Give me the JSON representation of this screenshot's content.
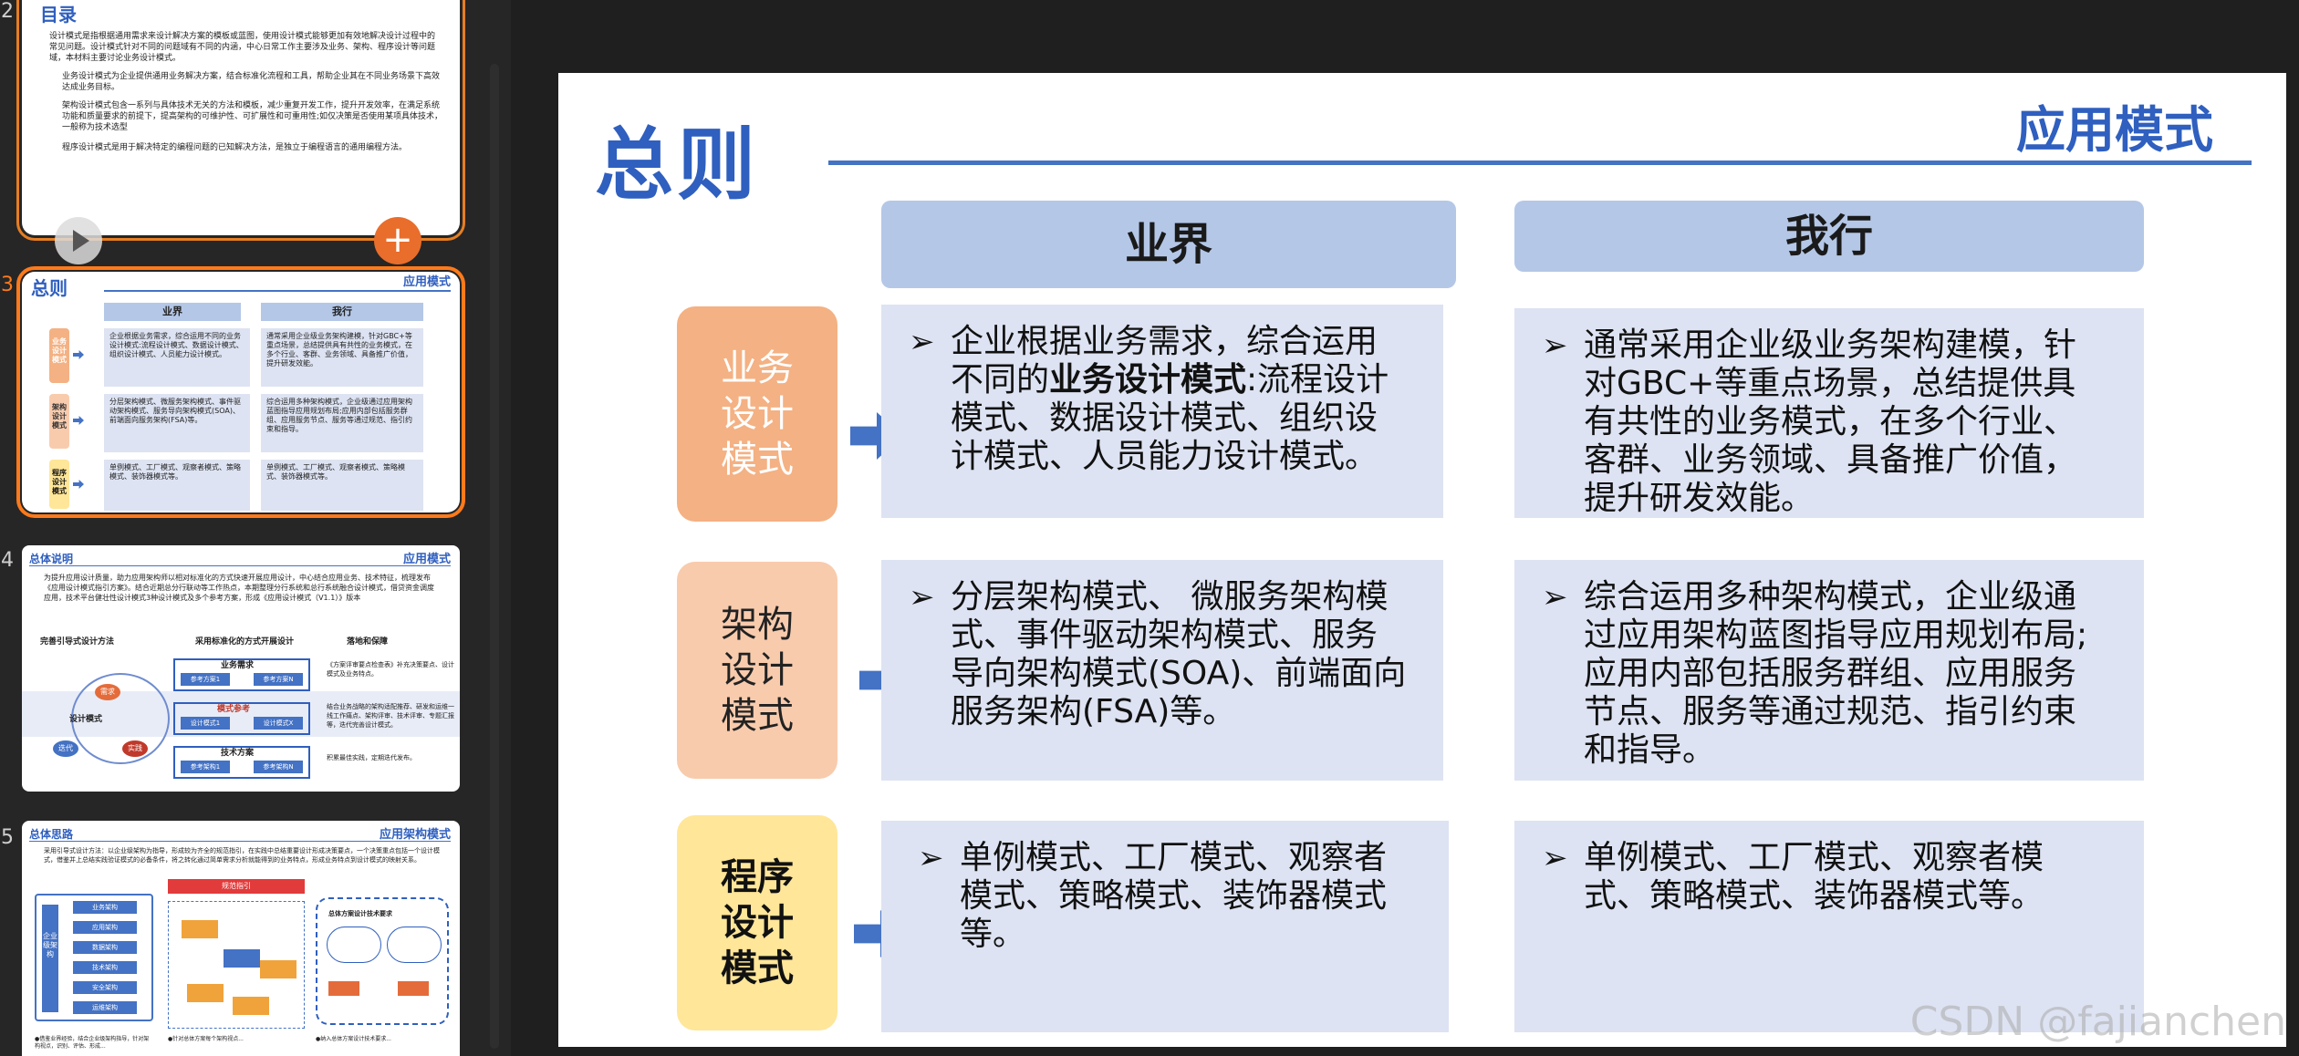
{
  "thumbnails": [
    {
      "number": "2",
      "title": "目录",
      "paragraphs": [
        "设计模式是指根据通用需求来设计解决方案的模板或蓝图，使用设计模式能够更加有效地解决设计过程中的常见问题。设计模式针对不同的问题域有不同的内涵，中心日常工作主要涉及业务、架构、程序设计等问题域，本材料主要讨论业务设计模式。",
        "业务设计模式为企业提供通用业务解决方案，结合标准化流程和工具，帮助企业其在不同业务场景下高效达成业务目标。",
        "架构设计模式包含一系列与具体技术无关的方法和模板，减少重复开发工作，提升开发效率，在满足系统功能和质量要求的前提下，提高架构的可维护性、可扩展性和可重用性;如仅决策是否使用某项具体技术，一般称为技术选型",
        "程序设计模式是用于解决特定的编程问题的已知解决方法，是独立于编程语言的通用编程方法。"
      ]
    },
    {
      "number": "3",
      "title": "总则",
      "tag": "应用模式",
      "headers": [
        "业界",
        "我行"
      ],
      "labels": [
        "业务设计模式",
        "架构设计模式",
        "程序设计模式"
      ],
      "cells": [
        "企业根据业务需求，综合运用不同的业务设计模式:流程设计模式、数据设计模式、组织设计模式、人员能力设计模式。",
        "通常采用企业级业务架构建模，针对GBC+等重点场景，总结提供具有共性的业务模式，在多个行业、客群、业务领域、具备推广价值，提升研发效能。",
        "分层架构模式、微服务架构模式、事件驱动架构模式、服务导向架构模式(SOA)、前端面向服务架构(FSA)等。",
        "综合运用多种架构模式，企业级通过应用架构蓝图指导应用规划布局;应用内部包括服务群组、应用服务节点、服务等通过规范、指引约束和指导。",
        "单例模式、工厂模式、观察者模式、策略模式、装饰器模式等。",
        "单例模式、工厂模式、观察者模式、策略模式、装饰器模式等。"
      ]
    },
    {
      "number": "4",
      "title": "总体说明",
      "tag": "应用模式",
      "intro": "为提升应用设计质量，助力应用架构师以相对标准化的方式快速开展应用设计，中心结合应用业务、技术特征，梳理发布《应用设计模式指引方案》。结合近期总分行联动等工作热点，本期整理分行系统和总行系统融合设计模式，借贷资金调度应用，技术平台健壮性设计模式3种设计模式及多个参考方案，形成《应用设计模式（V1.1）》版本",
      "columns": [
        "完善引导式设计方法",
        "采用标准化的方式开展设计",
        "落地和保障"
      ],
      "cycle": [
        "需求",
        "设计模式",
        "迭代",
        "实践"
      ],
      "flow": [
        "业务需求",
        "参考方案1",
        "参考方案N",
        "模式参考",
        "设计模式1",
        "设计模式X",
        "技术方案",
        "参考架构1",
        "参考架构N"
      ],
      "notes": [
        "《方案评审要点检查表》补充决策要点、设计模式及业务特点。",
        "结合业务战略的架构适配推荐、研发和运维一线工作痛点、架构评审、技术评审、专题汇报等，迭代完善设计模式。",
        "积累最佳实践，定期迭代发布。"
      ]
    },
    {
      "number": "5",
      "title": "总体思路",
      "tag": "应用架构模式",
      "intro": "采用引导式设计方法：以企业级架构为指导，形成较为齐全的规范指引，在实践中总结重要设计形成决策要点，一个决策重点包括一个设计模式，借鉴并上总结实践验证模式的必备条件，将之转化通过简单需求分析就能得到的业务特点，形成业务特点到设计模式的映射关系。",
      "layers": [
        "业务架构",
        "应用架构",
        "数据架构",
        "技术架构",
        "安全架构",
        "运维架构"
      ],
      "left_label": "企业级架构",
      "mid_title": "规范指引",
      "right_title": "总体方案设计技术要求",
      "bottom": [
        "●借鉴业界经验，结合企业级架构指导，针对架构视点，识别、评估、形成...",
        "●针对总体方案每个架构视点...",
        "●纳入总体方案设计技术要求..."
      ]
    }
  ],
  "slide": {
    "title": "总则",
    "tag": "应用模式",
    "col_headers": [
      "业界",
      "我行"
    ],
    "rows": [
      {
        "label": [
          "业务",
          "设计",
          "模式"
        ],
        "label_color": "#f4b183",
        "label_text_color": "#ffffff",
        "industry": {
          "before": "企业根据业务需求，综合运用不同的",
          "bold": "业务设计模式",
          "after": ":流程设计模式、数据设计模式、组织设计模式、人员能力设计模式。"
        },
        "ours": "通常采用企业级业务架构建模，针对GBC+等重点场景，总结提供具有共性的业务模式，在多个行业、客群、业务领域、具备推广价值，提升研发效能。"
      },
      {
        "label": [
          "架构",
          "设计",
          "模式"
        ],
        "label_color": "#f8cbad",
        "label_text_color": "#222222",
        "industry": "分层架构模式、 微服务架构模式、事件驱动架构模式、服务导向架构模式(SOA)、前端面向服务架构(FSA)等。",
        "ours": "综合运用多种架构模式，企业级通过应用架构蓝图指导应用规划布局;应用内部包括服务群组、应用服务节点、服务等通过规范、指引约束和指导。"
      },
      {
        "label": [
          "程序",
          "设计",
          "模式"
        ],
        "label_color": "#ffe699",
        "label_text_color": "#111111",
        "industry": "单例模式、工厂模式、观察者模式、策略模式、装饰器模式等。",
        "ours": "单例模式、工厂模式、观察者模式、策略模式、装饰器模式等。"
      }
    ],
    "bullet": "➢"
  },
  "watermark": "CSDN @fajianchen",
  "colors": {
    "accent": "#2f5fbf",
    "header_bg": "#b4c7e7",
    "cell_bg": "#dde3f2",
    "selection": "#ff7a1a"
  },
  "icons": [
    "play-icon",
    "add-icon",
    "arrow-right-icon"
  ]
}
